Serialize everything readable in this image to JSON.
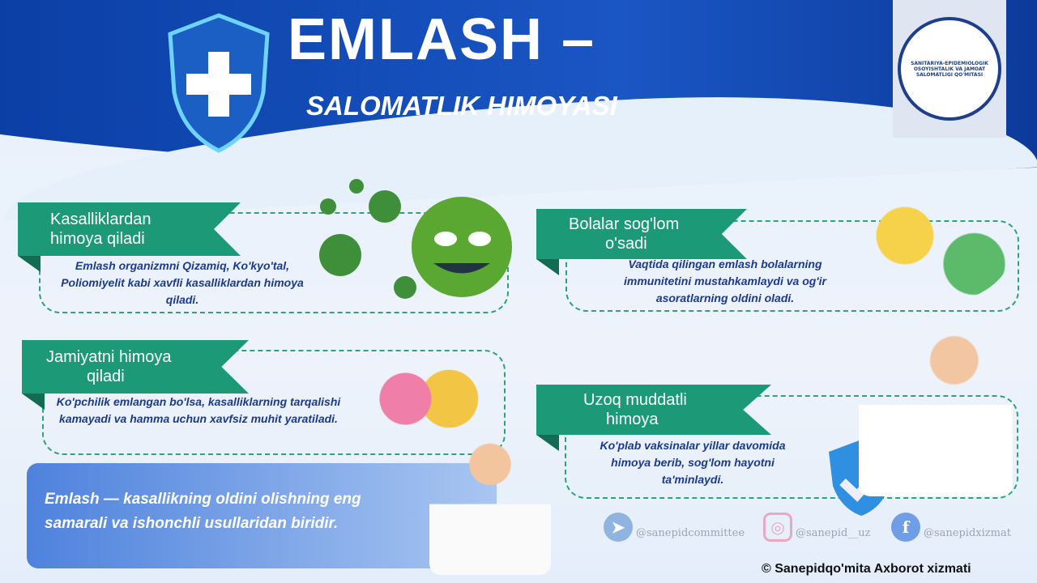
{
  "header": {
    "title": "EMLASH –",
    "subtitle": "SALOMATLIK HIMOYASI",
    "logo_text": "SANITARIYA-EPIDEMIOLOGIK OSOYISHTALIK VA JAMOAT SALOMATLIGI QO'MITASI"
  },
  "cards": [
    {
      "title_l1": "Kasalliklardan",
      "title_l2": "himoya qiladi",
      "text": "Emlash organizmni Qizamiq, Ko'kyo'tal, Poliomiyelit kabi xavfli kasalliklardan himoya qiladi."
    },
    {
      "title_l1": "Bolalar sog'lom",
      "title_l2": "o'sadi",
      "text": "Vaqtida qilingan emlash bolalarning immunitetini mustahkamlaydi va og'ir asoratlarning oldini oladi."
    },
    {
      "title_l1": "Jamiyatni himoya",
      "title_l2": "qiladi",
      "text": "Ko'pchilik emlangan bo'lsa, kasalliklarning tarqalishi kamayadi va hamma uchun xavfsiz muhit yaratiladi."
    },
    {
      "title_l1": "Uzoq muddatli",
      "title_l2": "himoya",
      "text": "Ko'plab vaksinalar yillar davomida himoya berib, sog'lom hayotni ta'minlaydi."
    }
  ],
  "bottom_text": "Emlash — kasallikning oldini olishning eng samarali va ishonchli usullaridan biridir.",
  "social": [
    {
      "icon": "telegram-icon",
      "handle": "@sanepidcommittee",
      "color": "#8fb4e0"
    },
    {
      "icon": "instagram-icon",
      "handle": "@sanepid__uz",
      "color": "#e8a9c0"
    },
    {
      "icon": "facebook-icon",
      "handle": "@sanepidxizmat",
      "color": "#6f9ee6"
    }
  ],
  "copyright": "© Sanepidqo'mita Axborot xizmati",
  "colors": {
    "header_blue": "#1a56c4",
    "ribbon_green": "#1c9a78",
    "text_blue": "#1b3a8f"
  }
}
